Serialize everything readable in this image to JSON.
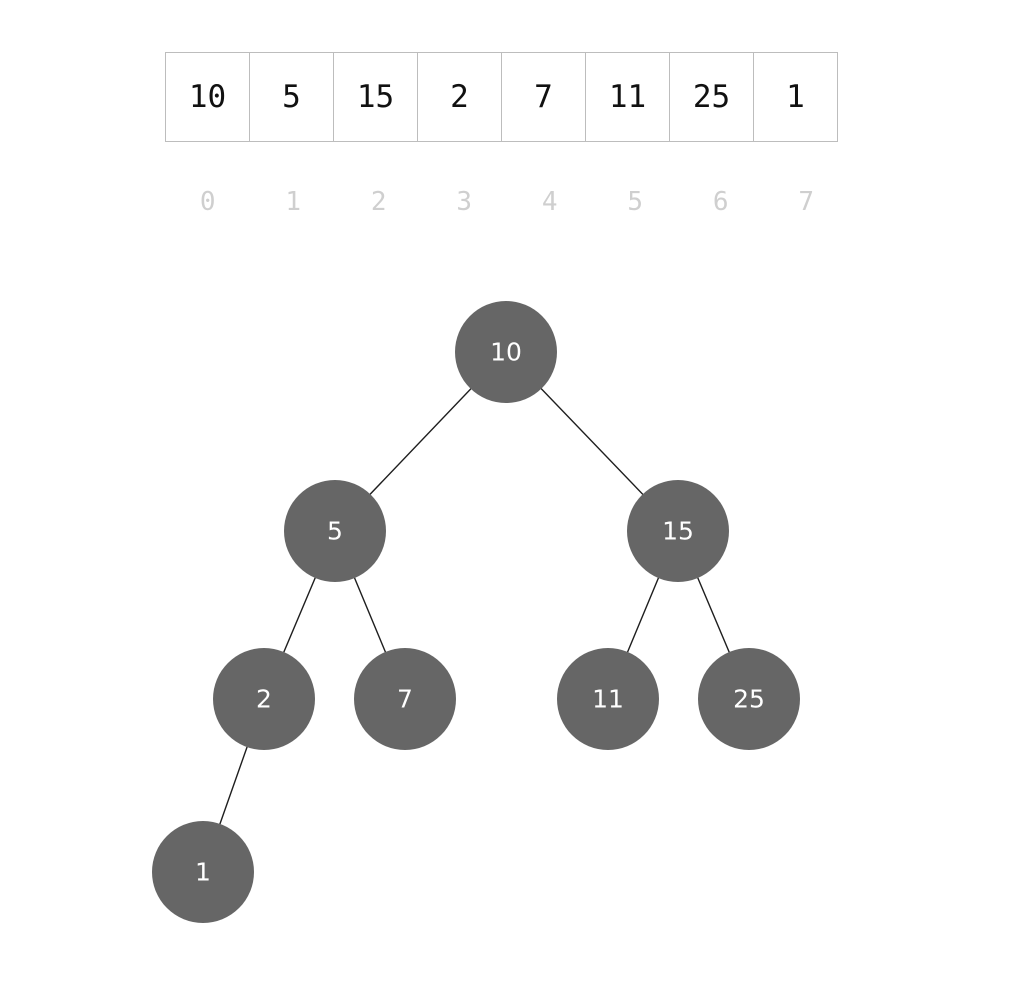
{
  "array": {
    "values": [
      "10",
      "5",
      "15",
      "2",
      "7",
      "11",
      "25",
      "1"
    ],
    "indices": [
      "0",
      "1",
      "2",
      "3",
      "4",
      "5",
      "6",
      "7"
    ]
  },
  "tree": {
    "nodes": [
      {
        "id": "n0",
        "label": "10"
      },
      {
        "id": "n1",
        "label": "5"
      },
      {
        "id": "n2",
        "label": "15"
      },
      {
        "id": "n3",
        "label": "2"
      },
      {
        "id": "n4",
        "label": "7"
      },
      {
        "id": "n5",
        "label": "11"
      },
      {
        "id": "n6",
        "label": "25"
      },
      {
        "id": "n7",
        "label": "1"
      }
    ],
    "edges": [
      {
        "from": "n0",
        "to": "n1"
      },
      {
        "from": "n0",
        "to": "n2"
      },
      {
        "from": "n1",
        "to": "n3"
      },
      {
        "from": "n1",
        "to": "n4"
      },
      {
        "from": "n2",
        "to": "n5"
      },
      {
        "from": "n2",
        "to": "n6"
      },
      {
        "from": "n3",
        "to": "n7"
      }
    ]
  },
  "colors": {
    "node_fill": "#666666",
    "node_text": "#ffffff",
    "edge": "#1e1e1e",
    "cell_border": "#bdbdbd",
    "index_text": "#cfcfcf"
  }
}
